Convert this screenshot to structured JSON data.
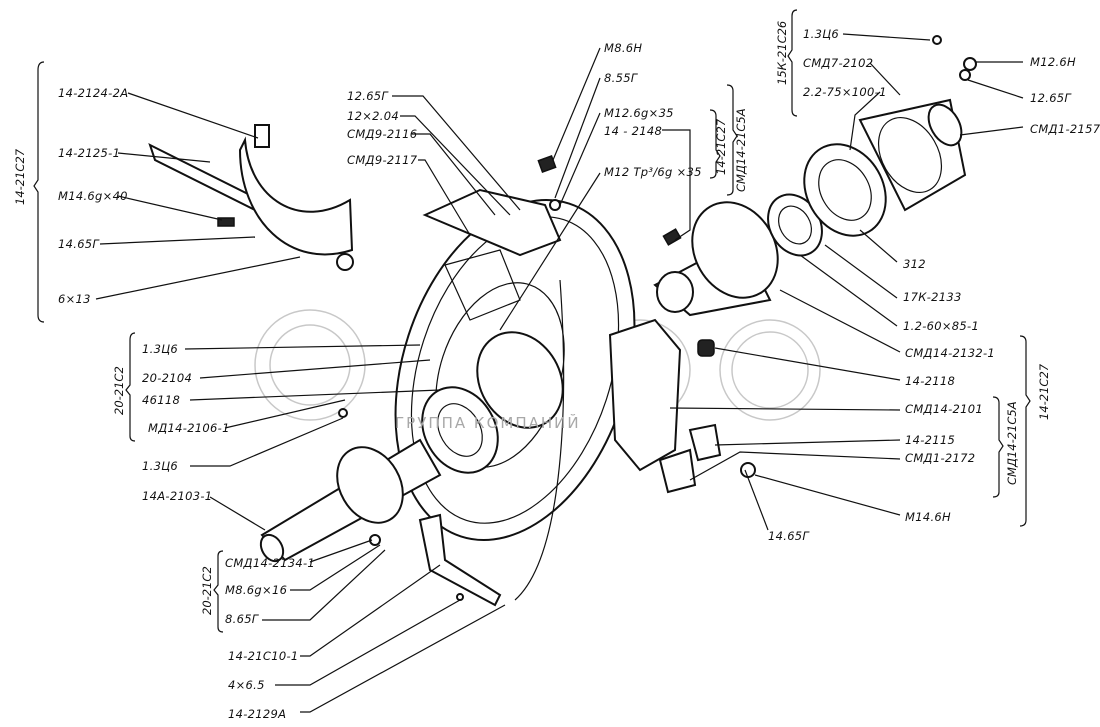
{
  "watermark": {
    "text": "ГРУППА КОМПАНИЙ",
    "color": "#c8c8c8"
  },
  "groups": {
    "left_top": "14-21С27",
    "top_mid_a": "14-21С27",
    "top_mid_b": "СМД14-21С5А",
    "right_top": "15К-21С26",
    "right_mid_a": "СМД14-21С5А",
    "right_mid_b": "14-21С27",
    "left_mid": "20-21С2",
    "left_bottom": "20-21С2"
  },
  "labels": {
    "l1": "14-2124-2А",
    "l2": "14-2125-1",
    "l3": "М14.6g×40",
    "l4": "14.65Г",
    "l5": "6×13",
    "t1": "12.65Г",
    "t2": "12×2.04",
    "t3": "СМД9-2116",
    "t4": "СМД9-2117",
    "t5": "М8.6Н",
    "t6": "8.55Г",
    "t7": "М12.6g×35",
    "t8": "14 - 2148",
    "t9": "М12 Тр³/6g ×35",
    "r1": "1.3Ц6",
    "r2": "СМД7-2102",
    "r3": "2.2-75×100-1",
    "r4": "М12.6Н",
    "r5": "12.65Г",
    "r6": "СМД1-2157",
    "r7": "312",
    "r8": "17К-2133",
    "r9": "1.2-60×85-1",
    "r10": "СМД14-2132-1",
    "r11": "14-2118",
    "r12": "СМД14-2101",
    "r13": "14-2115",
    "r14": "СМД1-2172",
    "r15": "М14.6Н",
    "r16": "14.65Г",
    "m1": "1.3Ц6",
    "m2": "20-2104",
    "m3": "46118",
    "m4": "МД14-2106-1",
    "m5": "1.3Ц6",
    "m6": "14А-2103-1",
    "b1": "СМД14-2134-1",
    "b2": "М8.6g×16",
    "b3": "8.65Г",
    "b4": "14-21С10-1",
    "b5": "4×6.5",
    "b6": "14-2129А"
  }
}
